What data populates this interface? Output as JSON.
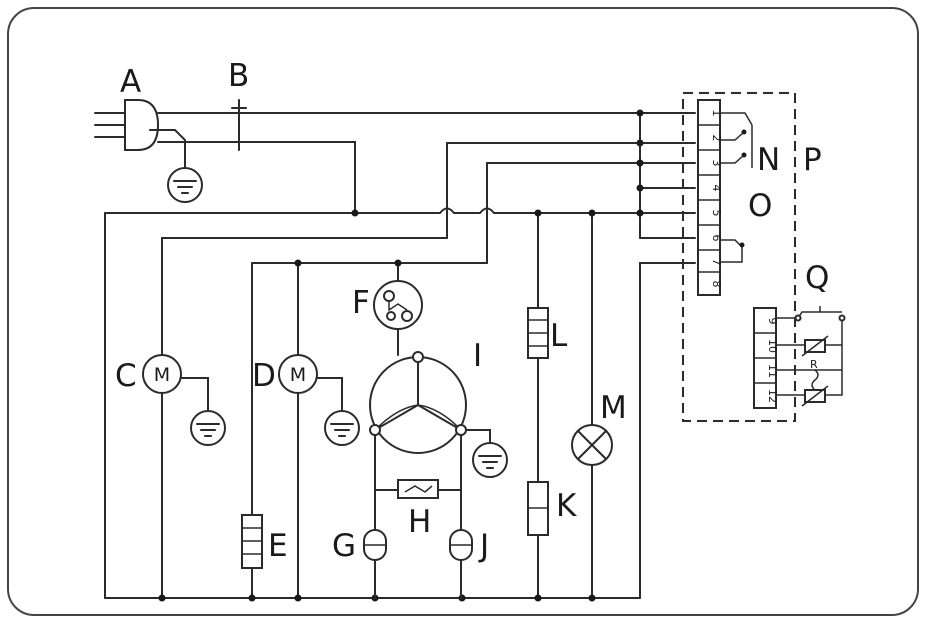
{
  "labels": {
    "A": "A",
    "B": "B",
    "C": "C",
    "D": "D",
    "E": "E",
    "F": "F",
    "G": "G",
    "H": "H",
    "I": "I",
    "J": "J",
    "K": "K",
    "L": "L",
    "M": "M",
    "N": "N",
    "O": "O",
    "P": "P",
    "Q": "Q",
    "R": "R"
  },
  "motor_symbol": "M",
  "terminals": [
    "1",
    "2",
    "3",
    "4",
    "5",
    "6",
    "7",
    "8"
  ],
  "terminals_q": [
    "9",
    "10",
    "11",
    "12"
  ]
}
